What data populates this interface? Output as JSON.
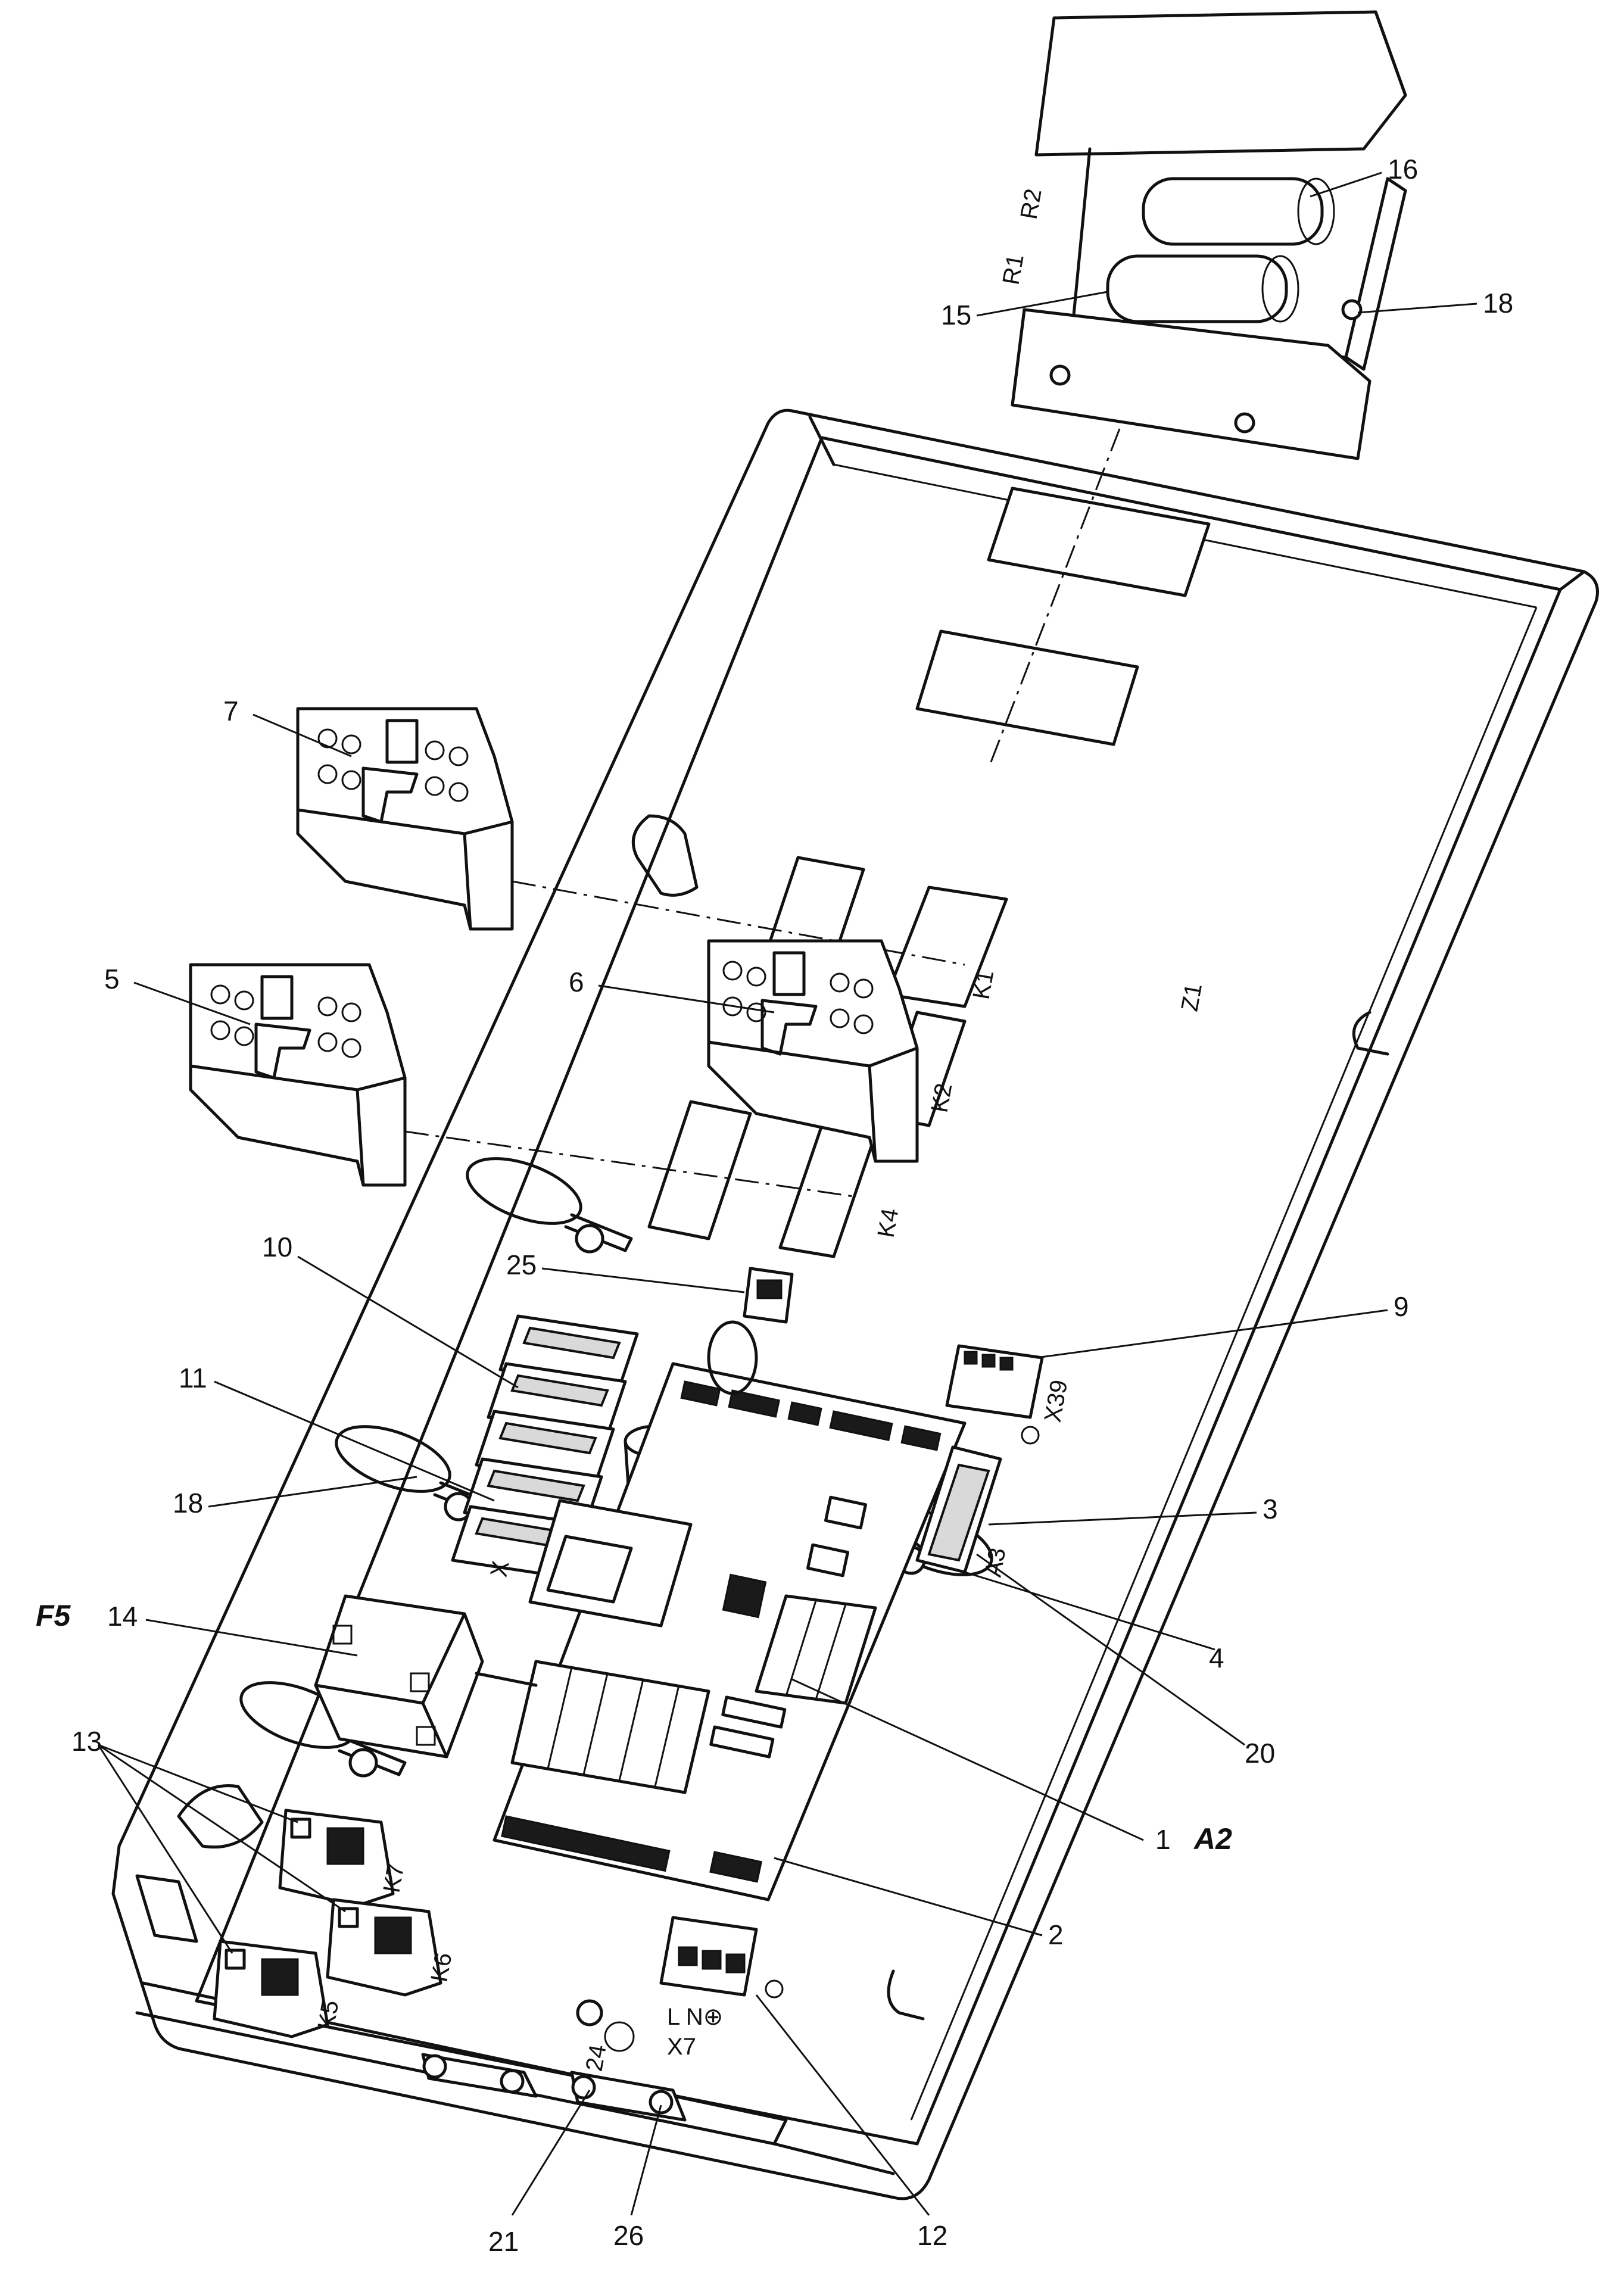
{
  "callouts": [
    {
      "id": "1",
      "text": "1"
    },
    {
      "id": "2",
      "text": "2"
    },
    {
      "id": "3",
      "text": "3"
    },
    {
      "id": "4",
      "text": "4"
    },
    {
      "id": "5",
      "text": "5"
    },
    {
      "id": "6",
      "text": "6"
    },
    {
      "id": "7",
      "text": "7"
    },
    {
      "id": "9",
      "text": "9"
    },
    {
      "id": "10",
      "text": "10"
    },
    {
      "id": "11",
      "text": "11"
    },
    {
      "id": "12",
      "text": "12"
    },
    {
      "id": "13",
      "text": "13"
    },
    {
      "id": "14",
      "text": "14"
    },
    {
      "id": "15",
      "text": "15"
    },
    {
      "id": "16",
      "text": "16"
    },
    {
      "id": "18a",
      "text": "18"
    },
    {
      "id": "18b",
      "text": "18"
    },
    {
      "id": "20",
      "text": "20"
    },
    {
      "id": "21",
      "text": "21"
    },
    {
      "id": "25",
      "text": "25"
    },
    {
      "id": "26",
      "text": "26"
    }
  ],
  "designators": {
    "f5": "F5",
    "a2": "A2"
  },
  "part_labels": {
    "k1": "K1",
    "k2": "K2",
    "k4": "K4",
    "k5": "K5",
    "k6": "K6",
    "k7": "K7",
    "z1": "Z1",
    "r1": "R1",
    "r2": "R2",
    "x39": "X39",
    "a3": "A3",
    "x": "X",
    "x7": "X7",
    "lnpe": "L N⊕",
    "v24": "24"
  }
}
